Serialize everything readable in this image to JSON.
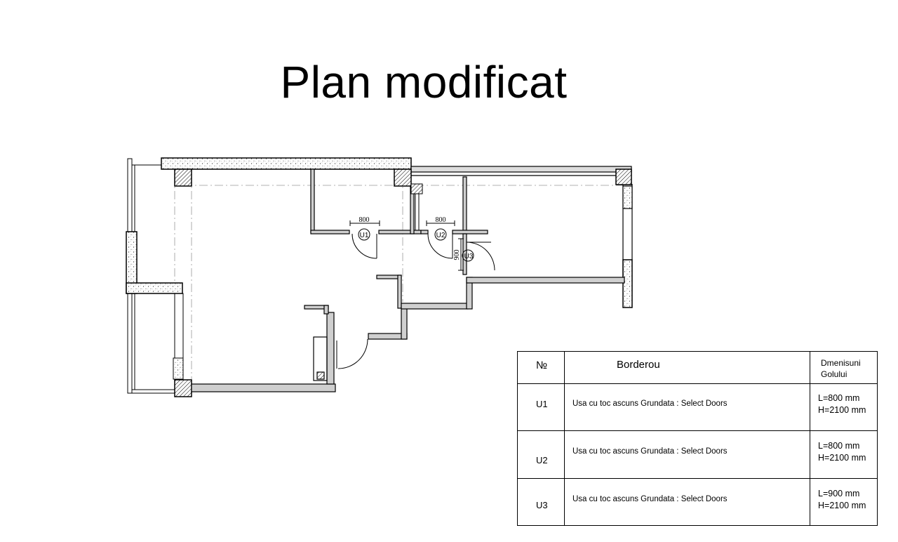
{
  "title": "Plan modificat",
  "doors": [
    {
      "tag": "U1",
      "dim": "800"
    },
    {
      "tag": "U2",
      "dim": "800"
    },
    {
      "tag": "U3",
      "dim": "900"
    }
  ],
  "schedule": {
    "headers": {
      "no": "№",
      "desc": "Borderou",
      "dims_line1": "Dmenisuni",
      "dims_line2": "Golului"
    },
    "rows": [
      {
        "id": "U1",
        "desc": "Usa cu toc ascuns  Grundata : Select Doors",
        "l": "L=800 mm",
        "h": "H=2100 mm"
      },
      {
        "id": "U2",
        "desc": "Usa cu toc ascuns  Grundata : Select Doors",
        "l": "L=800 mm",
        "h": "H=2100 mm"
      },
      {
        "id": "U3",
        "desc": "Usa cu toc ascuns  Grundata : Select Doors",
        "l": "L=900 mm",
        "h": "H=2100 mm"
      }
    ]
  }
}
